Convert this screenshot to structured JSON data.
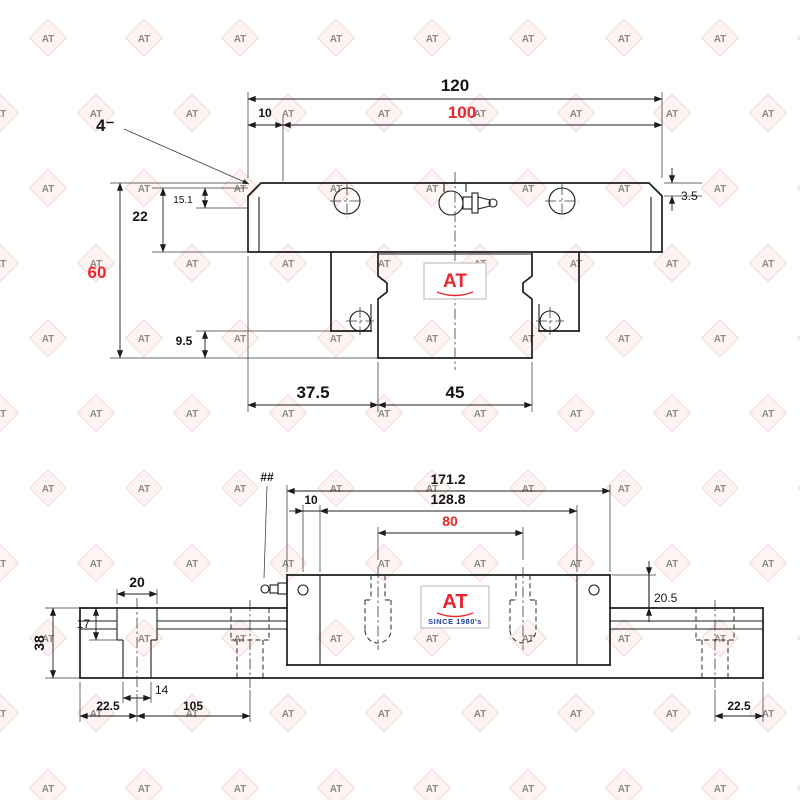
{
  "watermark": {
    "label": "AT",
    "color": "#e06060"
  },
  "front_view": {
    "logo": {
      "text": "AT"
    },
    "dims": {
      "d120": "120",
      "d100": "100",
      "d10": "10",
      "chamfer": "4⁻",
      "d22": "22",
      "d151": "15.1",
      "d60": "60",
      "d95": "9.5",
      "d35": "3.5",
      "d375": "37.5",
      "d45": "45"
    }
  },
  "side_view": {
    "logo": {
      "text": "AT",
      "subtext": "SINCE 1980's"
    },
    "dims": {
      "d1712": "171.2",
      "d1288": "128.8",
      "d80": "80",
      "d10": "10",
      "hash": "##",
      "d205": "20.5",
      "d20": "20",
      "d17": "17",
      "d38": "38",
      "d14": "14",
      "d225_left": "22.5",
      "d105": "105",
      "d225_right": "22.5"
    }
  }
}
